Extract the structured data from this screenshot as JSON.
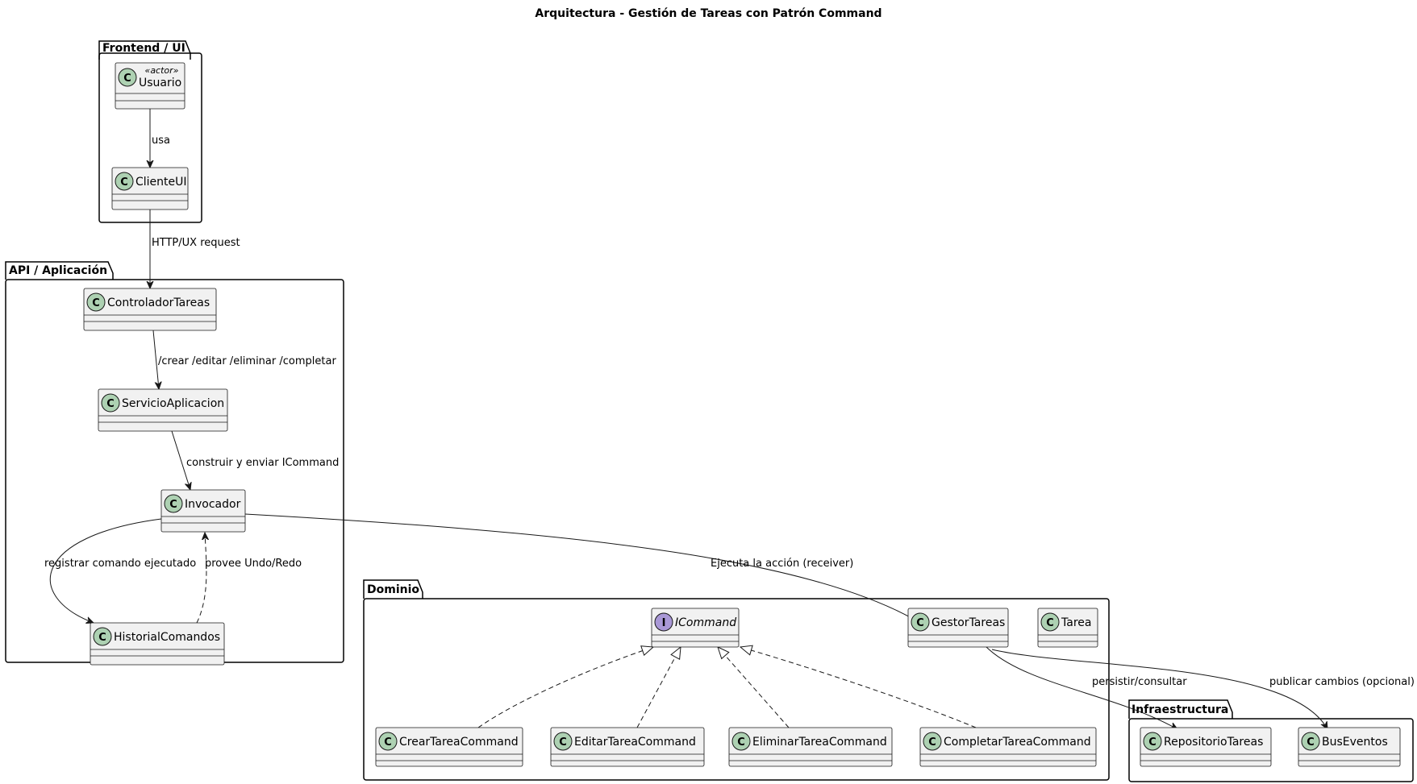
{
  "title": "Arquitectura - Gestión de Tareas con Patrón Command",
  "packages": {
    "frontend": "Frontend / UI",
    "api": "API / Aplicación",
    "dominio": "Dominio",
    "infra": "Infraestructura"
  },
  "classes": {
    "usuario": {
      "kind": "C",
      "name": "Usuario",
      "stereotype": "«actor»"
    },
    "clienteui": {
      "kind": "C",
      "name": "ClienteUI"
    },
    "controlador": {
      "kind": "C",
      "name": "ControladorTareas"
    },
    "servicio": {
      "kind": "C",
      "name": "ServicioAplicacion"
    },
    "invocador": {
      "kind": "C",
      "name": "Invocador"
    },
    "historial": {
      "kind": "C",
      "name": "HistorialComandos"
    },
    "icommand": {
      "kind": "I",
      "name": "ICommand"
    },
    "gestor": {
      "kind": "C",
      "name": "GestorTareas"
    },
    "tarea": {
      "kind": "C",
      "name": "Tarea"
    },
    "crear": {
      "kind": "C",
      "name": "CrearTareaCommand"
    },
    "editar": {
      "kind": "C",
      "name": "EditarTareaCommand"
    },
    "eliminar": {
      "kind": "C",
      "name": "EliminarTareaCommand"
    },
    "completar": {
      "kind": "C",
      "name": "CompletarTareaCommand"
    },
    "repositorio": {
      "kind": "C",
      "name": "RepositorioTareas"
    },
    "bus": {
      "kind": "C",
      "name": "BusEventos"
    }
  },
  "edges": {
    "usa": "usa",
    "http": "HTTP/UX request",
    "crud": "/crear /editar /eliminar /completar",
    "construir": "construir y enviar ICommand",
    "registrar": "registrar comando ejecutado",
    "provee": "provee Undo/Redo",
    "ejecuta": "Ejecuta la acción (receiver)",
    "persistir": "persistir/consultar",
    "publicar": "publicar cambios (opcional)"
  },
  "colors": {
    "class_fill": "#f1f1f1",
    "class_border": "#181818",
    "class_badge": "#add1b2",
    "interface_badge": "#a998d6"
  }
}
